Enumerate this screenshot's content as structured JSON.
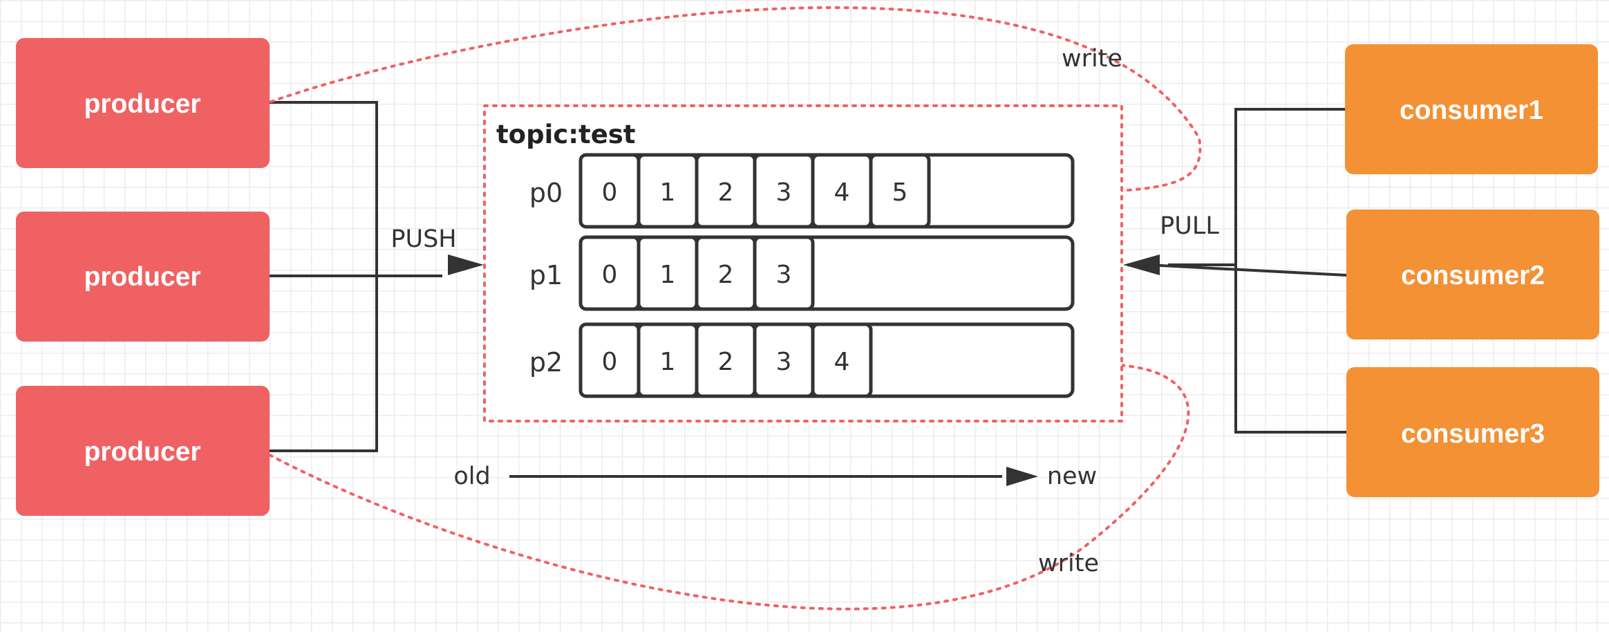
{
  "topic": {
    "title": "topic:test"
  },
  "producers": [
    {
      "label": "producer"
    },
    {
      "label": "producer"
    },
    {
      "label": "producer"
    }
  ],
  "consumers": [
    {
      "label": "consumer1"
    },
    {
      "label": "consumer2"
    },
    {
      "label": "consumer3"
    }
  ],
  "partitions": [
    {
      "label": "p0",
      "offsets": [
        "0",
        "1",
        "2",
        "3",
        "4",
        "5"
      ]
    },
    {
      "label": "p1",
      "offsets": [
        "0",
        "1",
        "2",
        "3"
      ]
    },
    {
      "label": "p2",
      "offsets": [
        "0",
        "1",
        "2",
        "3",
        "4"
      ]
    }
  ],
  "edges": {
    "push": "PUSH",
    "pull": "PULL",
    "write_top": "write",
    "write_bottom": "write"
  },
  "timeline": {
    "old": "old",
    "new": "new"
  },
  "colors": {
    "producer": "#f06163",
    "consumer": "#f39134",
    "line": "#333333",
    "dotted": "#f06163",
    "cell_border": "#333333"
  }
}
